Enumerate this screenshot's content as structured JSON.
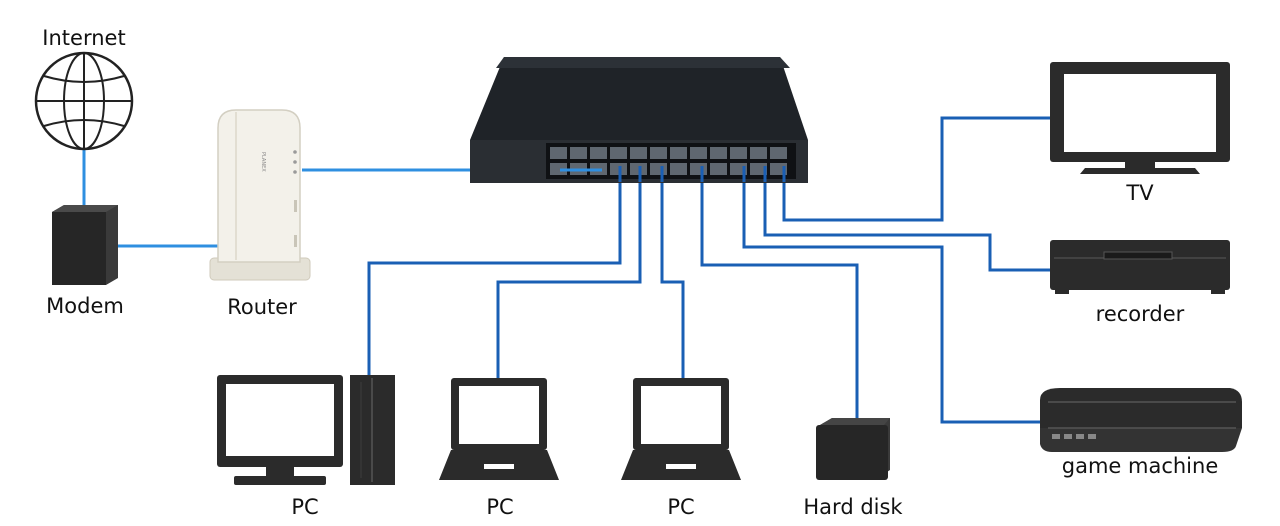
{
  "labels": {
    "internet": "Internet",
    "modem": "Modem",
    "router": "Router",
    "pc1": "PC",
    "pc2": "PC",
    "pc3": "PC",
    "hard_disk": "Hard disk",
    "tv": "TV",
    "recorder": "recorder",
    "game_machine": "game machine"
  },
  "colors": {
    "cable_dark": "#1a5fb4",
    "cable_light": "#2f8fe0",
    "device": "#2b2b2b",
    "switch_top": "#1f2328",
    "router_body": "#f1efe7"
  },
  "icons": [
    "globe-icon",
    "modem-icon",
    "router-icon",
    "switch-hub-icon",
    "desktop-pc-icon",
    "laptop-icon",
    "hard-disk-icon",
    "tv-icon",
    "recorder-icon",
    "game-console-icon"
  ]
}
